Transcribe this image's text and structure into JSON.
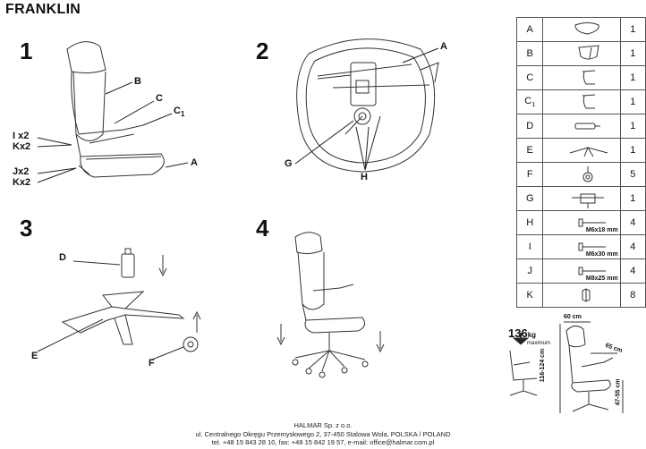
{
  "title": "FRANKLIN",
  "steps": {
    "s1": "1",
    "s2": "2",
    "s3": "3",
    "s4": "4"
  },
  "step1_labels": {
    "b": "B",
    "c": "C",
    "c1": "C",
    "c1_sub": "1",
    "a": "A",
    "i": "I x2",
    "k1": "Kx2",
    "j": "Jx2",
    "k2": "Kx2"
  },
  "step2_labels": {
    "a": "A",
    "g": "G",
    "h": "H"
  },
  "step3_labels": {
    "d": "D",
    "e": "E",
    "f": "F"
  },
  "parts": [
    {
      "letter": "A",
      "sub": "",
      "qty": "1",
      "icon": "seat-icon",
      "screw": ""
    },
    {
      "letter": "B",
      "sub": "",
      "qty": "1",
      "icon": "backrest-icon",
      "screw": ""
    },
    {
      "letter": "C",
      "sub": "",
      "qty": "1",
      "icon": "armrest-icon",
      "screw": ""
    },
    {
      "letter": "C",
      "sub": "1",
      "qty": "1",
      "icon": "armrest-icon",
      "screw": ""
    },
    {
      "letter": "D",
      "sub": "",
      "qty": "1",
      "icon": "gas-lift-icon",
      "screw": ""
    },
    {
      "letter": "E",
      "sub": "",
      "qty": "1",
      "icon": "base-icon",
      "screw": ""
    },
    {
      "letter": "F",
      "sub": "",
      "qty": "5",
      "icon": "caster-icon",
      "screw": ""
    },
    {
      "letter": "G",
      "sub": "",
      "qty": "1",
      "icon": "mechanism-icon",
      "screw": ""
    },
    {
      "letter": "H",
      "sub": "",
      "qty": "4",
      "icon": "screw-icon",
      "screw": "M6x18 mm"
    },
    {
      "letter": "I",
      "sub": "",
      "qty": "4",
      "icon": "screw-icon",
      "screw": "M6x30 mm"
    },
    {
      "letter": "J",
      "sub": "",
      "qty": "4",
      "icon": "screw-icon",
      "screw": "M8x25 mm"
    },
    {
      "letter": "K",
      "sub": "",
      "qty": "8",
      "icon": "hex-key-icon",
      "screw": ""
    }
  ],
  "capacity": {
    "value": "136",
    "unit": "kg",
    "note": "maximum"
  },
  "dimensions": {
    "width": "60 cm",
    "depth": "65 cm",
    "height": "116-124 cm",
    "seat": "47-55 cm"
  },
  "footer": {
    "line1": "HALMAR Sp. z o.o.",
    "line2": "ul. Centralnego Okręgu Przemysłowego 2, 37-450 Stalowa Wola, POLSKA / POLAND",
    "line3": "tel. +48 15 843 28 10, fax: +48 15 842 19 57, e-mail: office@halmar.com.pl"
  }
}
